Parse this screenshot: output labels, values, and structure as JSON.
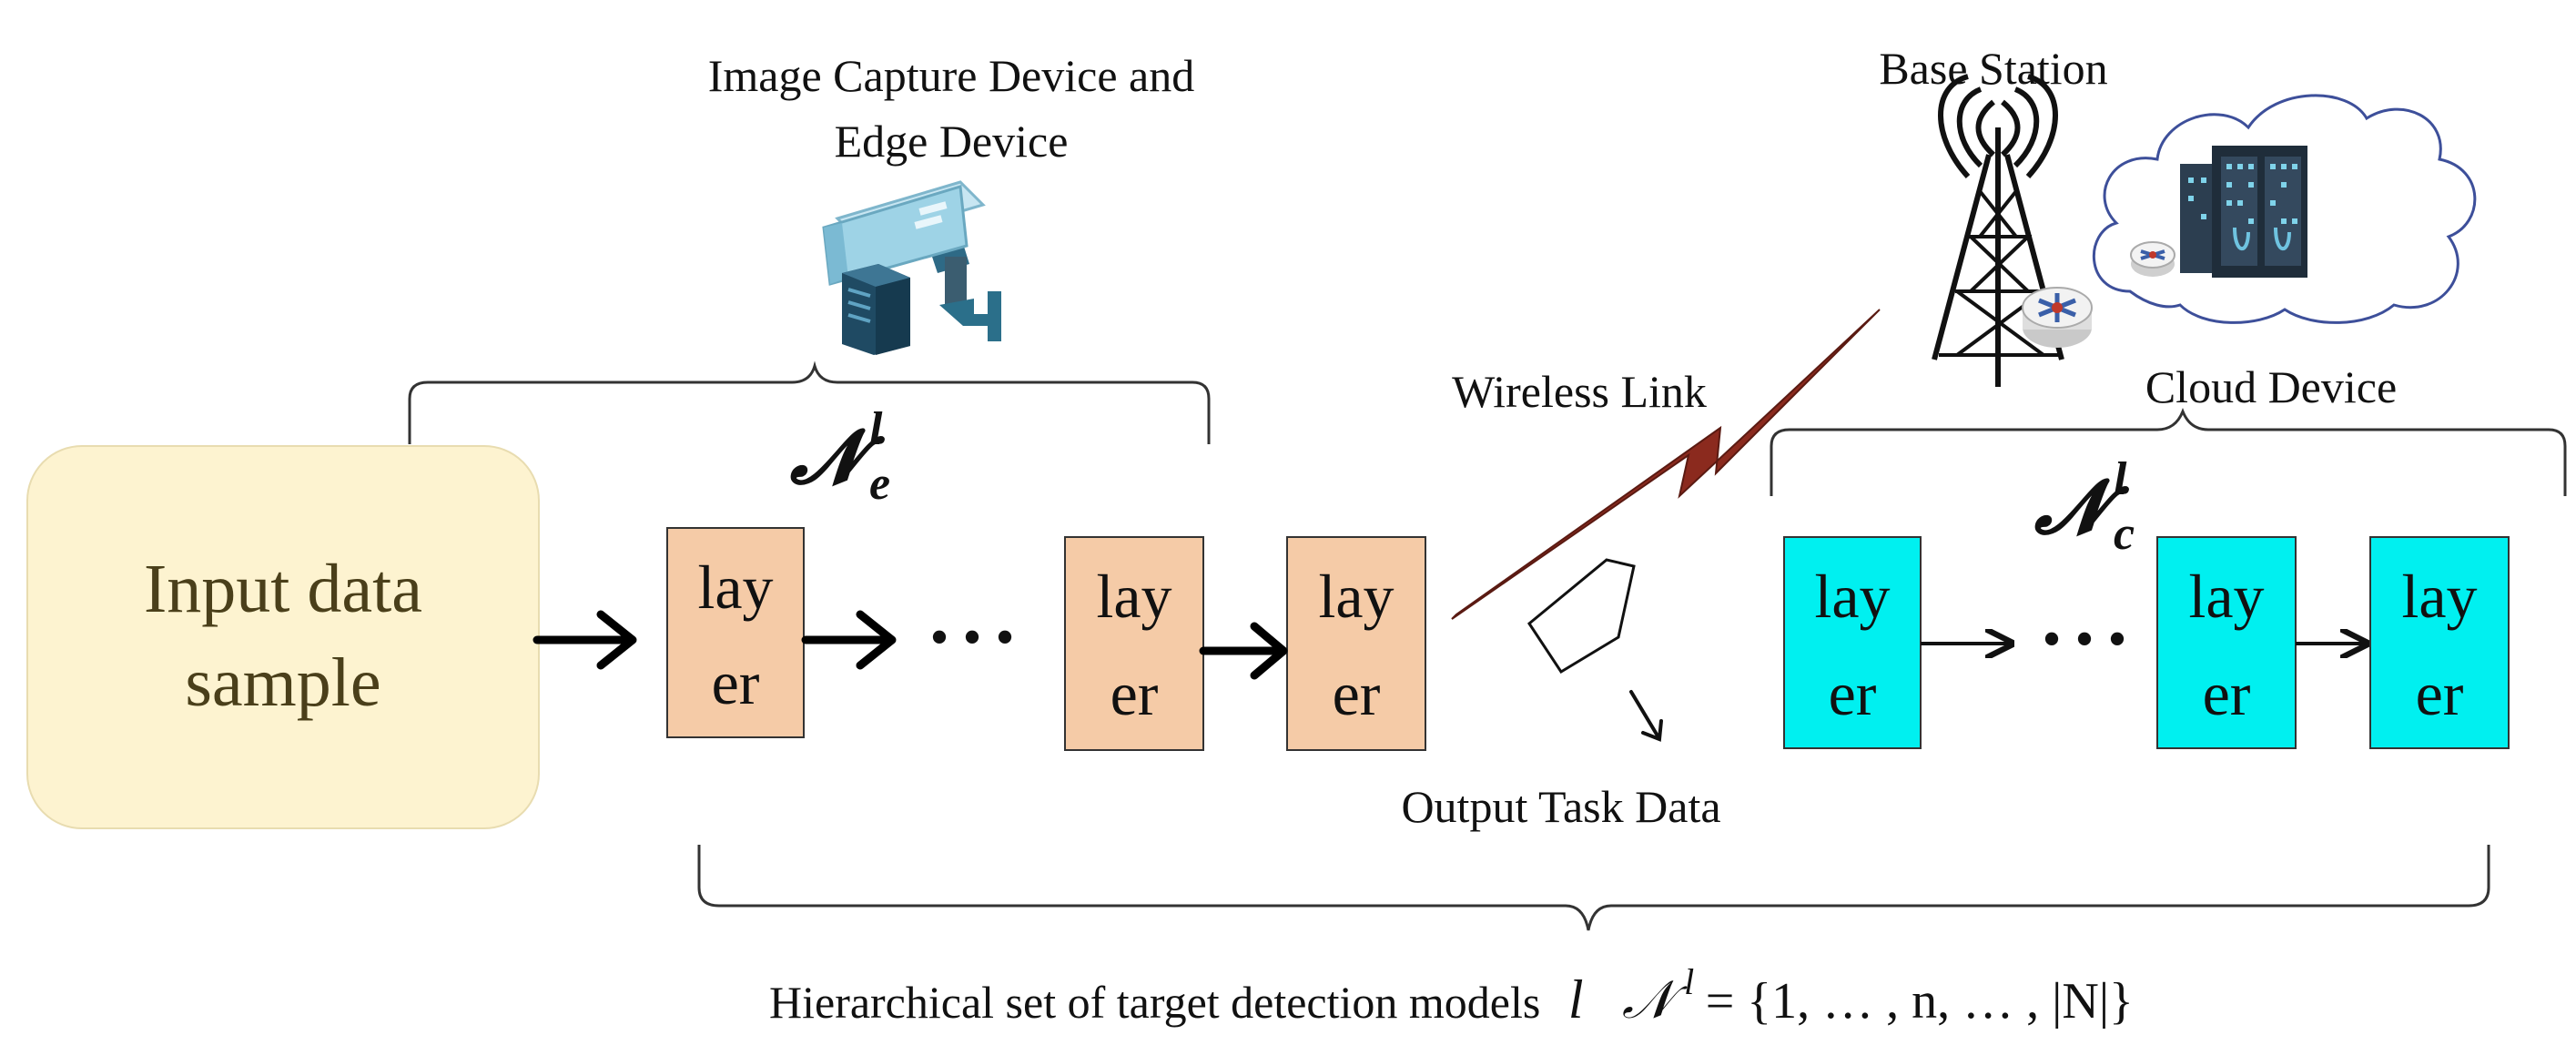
{
  "labels": {
    "edge_group_line1": "Image Capture Device and",
    "edge_group_line2": "Edge Device",
    "base_station": "Base Station",
    "wireless_link": "Wireless Link",
    "cloud_device": "Cloud Device",
    "output_task_data": "Output Task Data",
    "input_line1": "Input data",
    "input_line2": "sample",
    "edge_set_symbol": "𝓝",
    "edge_set_sup": "l",
    "edge_set_sub": "e",
    "cloud_set_symbol": "𝓝",
    "cloud_set_sup": "l",
    "cloud_set_sub": "c",
    "hierarchy_caption_prefix": "Hierarchical set of target detection models",
    "hierarchy_caption_l": "l",
    "hierarchy_caption_formula_symbol": "𝒩",
    "hierarchy_caption_formula_sup": "l",
    "hierarchy_caption_formula_rest": " = {1, … , n, … , |N|}",
    "ellipsis": "• • •"
  },
  "layers": {
    "edge": [
      {
        "line1": "lay",
        "line2": "er"
      },
      {
        "line1": "lay",
        "line2": "er"
      },
      {
        "line1": "lay",
        "line2": "er"
      }
    ],
    "cloud": [
      {
        "line1": "lay",
        "line2": "er"
      },
      {
        "line1": "lay",
        "line2": "er"
      },
      {
        "line1": "lay",
        "line2": "er"
      }
    ]
  },
  "colors": {
    "input_box": "#fdf3d0",
    "edge_layer": "#f5cba7",
    "cloud_layer": "#00f0f0",
    "wireless_link": "#8b2a1e",
    "camera": "#9ed3e6",
    "server": "#1f4a63"
  },
  "icons": [
    "camera-icon",
    "edge-server-icon",
    "antenna-tower-icon",
    "router-icon",
    "cloud-server-icon",
    "cloud-icon"
  ]
}
